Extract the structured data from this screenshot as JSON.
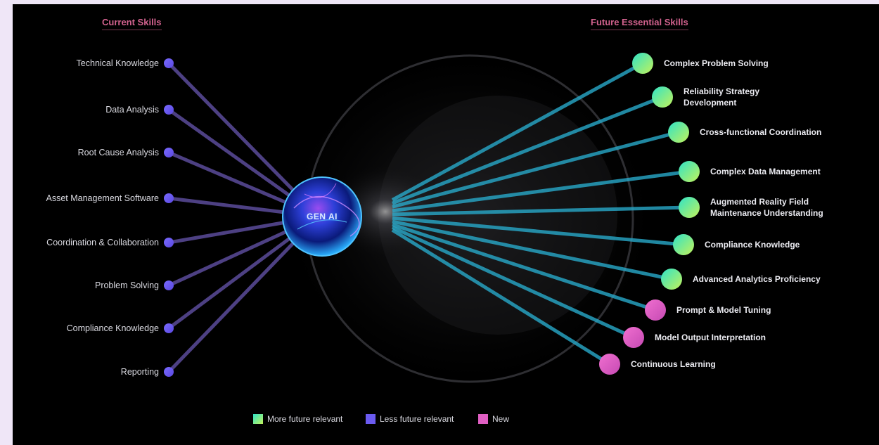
{
  "headers": {
    "current": "Current Skills",
    "future": "Future Essential Skills"
  },
  "center": {
    "label": "GEN AI"
  },
  "current_skills": [
    "Technical Knowledge",
    "Data Analysis",
    "Root Cause Analysis",
    "Asset Management Software",
    "Coordination & Collaboration",
    "Problem Solving",
    "Compliance Knowledge",
    "Reporting"
  ],
  "future_skills": [
    {
      "label": "Complex Problem Solving",
      "category": "more"
    },
    {
      "label": "Reliability Strategy\nDevelopment",
      "category": "more"
    },
    {
      "label": "Cross-functional Coordination",
      "category": "more"
    },
    {
      "label": "Complex Data Management",
      "category": "more"
    },
    {
      "label": "Augmented Reality Field\nMaintenance Understanding",
      "category": "more"
    },
    {
      "label": "Compliance Knowledge",
      "category": "more"
    },
    {
      "label": "Advanced Analytics Proficiency",
      "category": "more"
    },
    {
      "label": "Prompt & Model Tuning",
      "category": "new"
    },
    {
      "label": "Model Output Interpretation",
      "category": "new"
    },
    {
      "label": "Continuous Learning",
      "category": "new"
    }
  ],
  "legend": [
    {
      "key": "more",
      "label": "More future relevant"
    },
    {
      "key": "less",
      "label": "Less future relevant"
    },
    {
      "key": "new",
      "label": "New"
    }
  ],
  "colors": {
    "more_a": "#2fe3c8",
    "more_b": "#c3f25a",
    "less": "#6b5bf0",
    "new": "#e05fc3",
    "header": "#d2628e",
    "line_left": "#5a4b9a",
    "line_right": "#28a9c9"
  }
}
